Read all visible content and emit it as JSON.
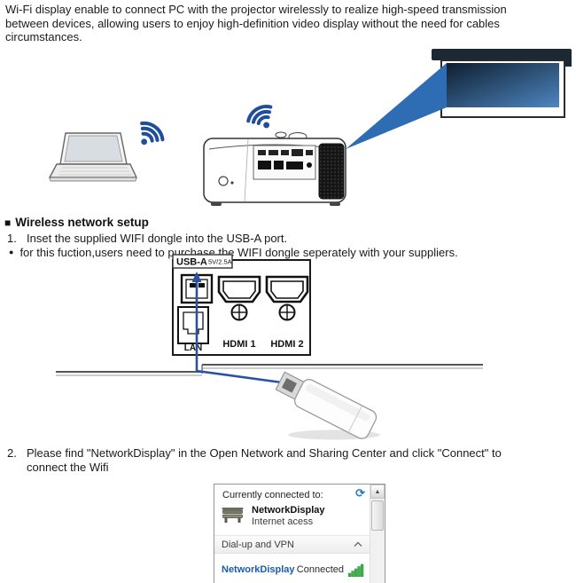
{
  "colors": {
    "wifi_blue": "#1e4e9c",
    "beam_blue": "#2e6cb4",
    "arrow_blue": "#2a52a0",
    "link_blue": "#1a5bb5",
    "signal_green": "#3db24a"
  },
  "icons": {
    "section_square": "■",
    "note_bullet": "●",
    "scroll_up": "▲",
    "refresh": "⟳"
  },
  "intro": {
    "lines": [
      "Wi-Fi display enable to connect PC with the projector  wirelessly to realize high-speed transmission",
      "between devices, allowing users to enjoy high-definition video display without the need for cables",
      "circumstances."
    ]
  },
  "section": {
    "title": "Wireless network setup",
    "step1_num": "1.",
    "step1_text": "Inset the supplied WIFI dongle into the USB-A port.",
    "note_text": "for this fuction,users need to purchase the  WIFI dongle seperately with your suppliers.",
    "step2_num": "2.",
    "step2_line1": "Please find \"NetworkDisplay\" in the Open Network and Sharing Center and click \"Connect\" to",
    "step2_line2": "connect  the Wifi"
  },
  "ports_diagram": {
    "usb_label": "USB-A",
    "usb_spec": "5V/2.5A",
    "lan_label": "LAN",
    "hdmi1_label": "HDMI 1",
    "hdmi2_label": "HDMI 2"
  },
  "network_flyout": {
    "header": "Currently connected to:",
    "connection_name": "NetworkDisplay",
    "connection_detail": "Internet acess",
    "group_header": "Dial-up and VPN",
    "network_name": "NetworkDisplay",
    "network_status": "Connected"
  }
}
